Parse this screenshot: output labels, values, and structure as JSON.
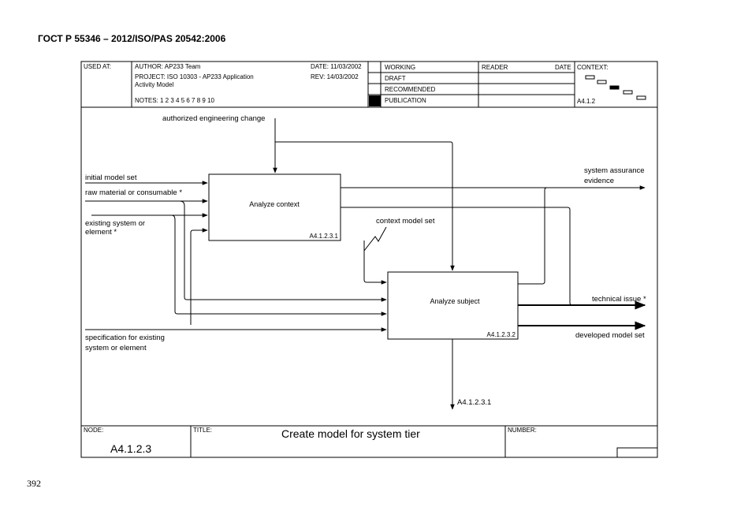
{
  "document": {
    "standard_header": "ГОСТ Р 55346 – 2012/ISO/PAS 20542:2006",
    "page_number": "392"
  },
  "form_header": {
    "used_at": "USED AT:",
    "author": "AUTHOR:  AP233 Team",
    "project_line1": "PROJECT:  ISO 10303 - AP233 Application",
    "project_line2": "Activity Model",
    "notes": "NOTES:  1  2  3  4  5  6  7  8  9  10",
    "date": "DATE:  11/03/2002",
    "rev": "REV:    14/03/2002",
    "status": [
      "WORKING",
      "DRAFT",
      "RECOMMENDED",
      "PUBLICATION"
    ],
    "active_status": "PUBLICATION",
    "reader": "READER",
    "reader_date": "DATE",
    "context_label": "CONTEXT:",
    "context_node": "A4.1.2"
  },
  "diagram": {
    "boxes": [
      {
        "label": "Analyze context",
        "ref": "A4.1.2.3.1"
      },
      {
        "label": "Analyze subject",
        "ref": "A4.1.2.3.2"
      }
    ],
    "inputs": [
      "initial model set",
      "raw material or consumable *",
      "existing system or",
      "element *"
    ],
    "spec_input": [
      "specification for existing",
      "system or element"
    ],
    "control": "authorized engineering change",
    "internal_flow": "context model set",
    "outputs": {
      "system_assurance": [
        "system assurance",
        "evidence"
      ],
      "technical_issue": "technical issue *",
      "developed_model_set": "developed model set"
    },
    "mechanism_ref": "A4.1.2.3.1"
  },
  "footer": {
    "node_label": "NODE:",
    "node_value": "A4.1.2.3",
    "title_label": "TITLE:",
    "title_value": "Create model for system tier",
    "number_label": "NUMBER:"
  },
  "colors": {
    "line": "#000000",
    "background": "#ffffff"
  }
}
